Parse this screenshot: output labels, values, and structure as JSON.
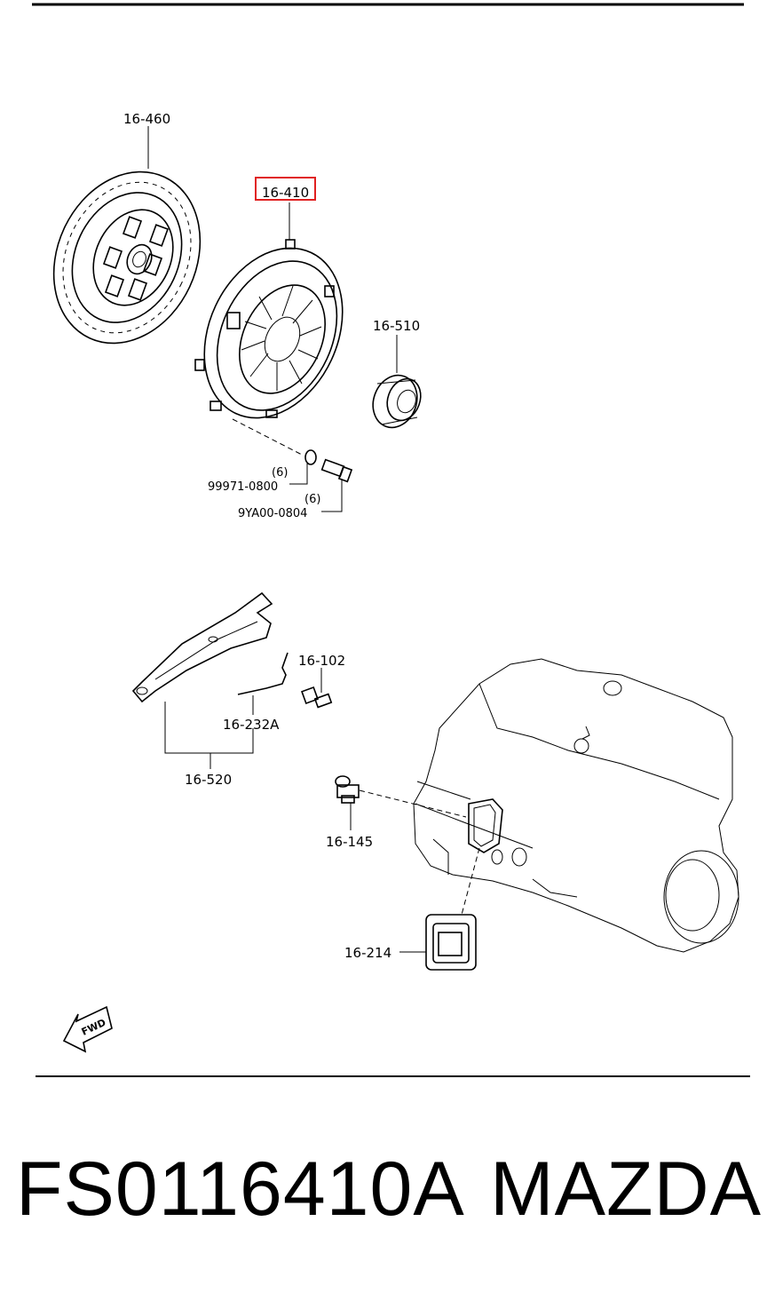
{
  "callouts": {
    "disc": "16-460",
    "cover": "16-410",
    "bearing": "16-510",
    "washer_qty": "(6)",
    "washer": "99971-0800",
    "bolt_qty": "(6)",
    "bolt": "9YA00-0804",
    "switch": "16-102",
    "spring": "16-232A",
    "fork": "16-520",
    "pivot": "16-145",
    "boot": "16-214"
  },
  "fwd_label": "FWD",
  "footer": {
    "part_number": "FS0116410A",
    "brand": "MAZDA"
  },
  "colors": {
    "highlight": "#e02020",
    "ink": "#000000"
  }
}
